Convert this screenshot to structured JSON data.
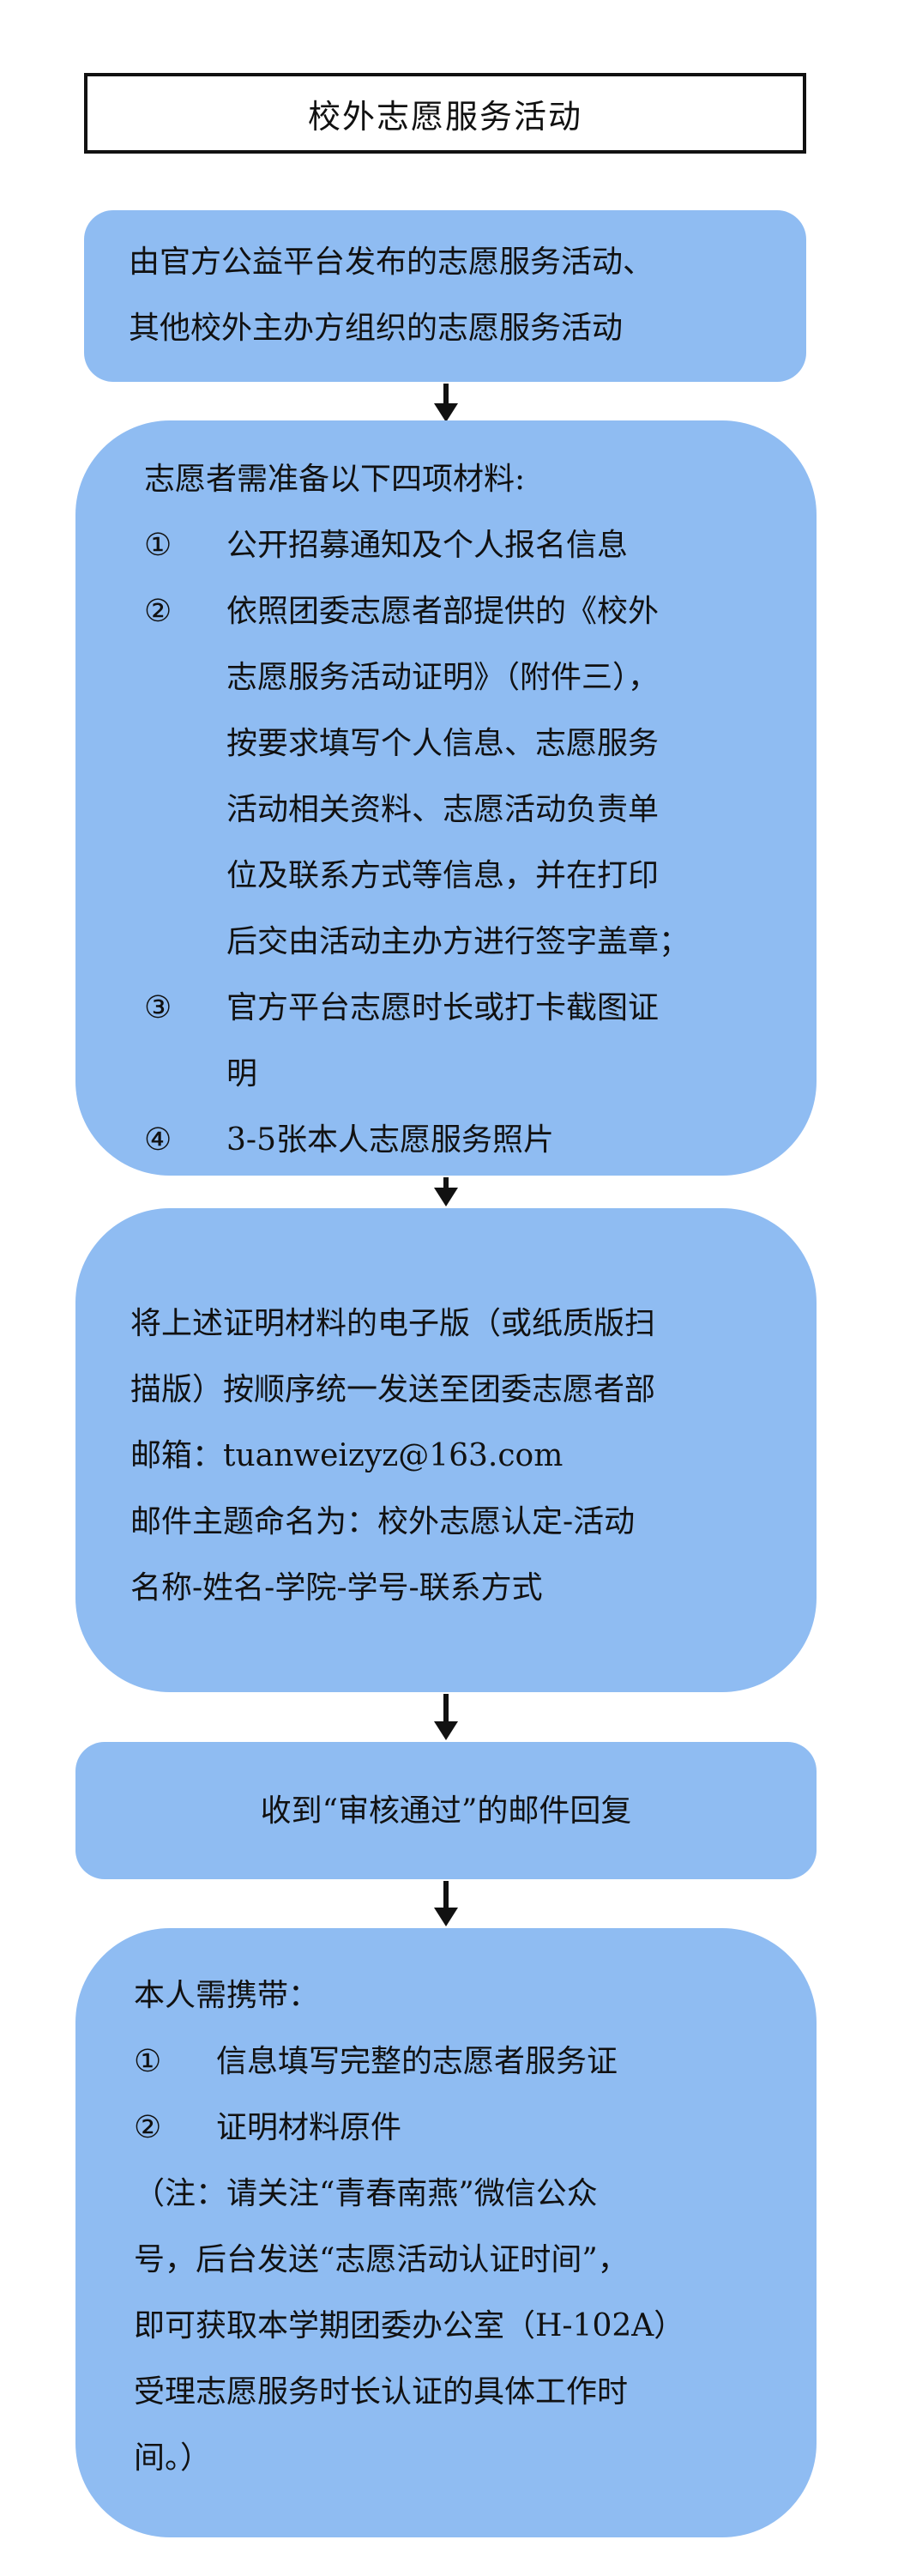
{
  "title": "校外志愿服务活动",
  "step1": {
    "lines": [
      "由官方公益平台发布的志愿服务活动、",
      "其他校外主办方组织的志愿服务活动"
    ]
  },
  "step2": {
    "heading": "志愿者需准备以下四项材料:",
    "items": [
      {
        "num": "①",
        "lines": [
          "公开招募通知及个人报名信息"
        ]
      },
      {
        "num": "②",
        "lines": [
          "依照团委志愿者部提供的《校外",
          "志愿服务活动证明》（附件三），",
          "按要求填写个人信息、志愿服务",
          "活动相关资料、志愿活动负责单",
          "位及联系方式等信息，并在打印",
          "后交由活动主办方进行签字盖章；"
        ]
      },
      {
        "num": "③",
        "lines": [
          "官方平台志愿时长或打卡截图证",
          "明"
        ]
      },
      {
        "num": "④",
        "lines": [
          "3-5张本人志愿服务照片"
        ]
      }
    ]
  },
  "step3": {
    "lines": [
      "将上述证明材料的电子版（或纸质版扫",
      "描版）按顺序统一发送至团委志愿者部",
      "邮箱：tuanweizyz@163.com",
      "邮件主题命名为：校外志愿认定-活动",
      "名称-姓名-学院-学号-联系方式"
    ]
  },
  "step4": {
    "text": "收到“审核通过”的邮件回复"
  },
  "step5": {
    "heading": "本人需携带：",
    "items": [
      {
        "num": "①",
        "text": "信息填写完整的志愿者服务证"
      },
      {
        "num": "②",
        "text": "证明材料原件"
      }
    ],
    "note_lines": [
      "（注：请关注“青春南燕”微信公众",
      "号，后台发送“志愿活动认证时间”，",
      "即可获取本学期团委办公室（H-102A）",
      "受理志愿服务时长认证的具体工作时",
      "间。）"
    ]
  }
}
